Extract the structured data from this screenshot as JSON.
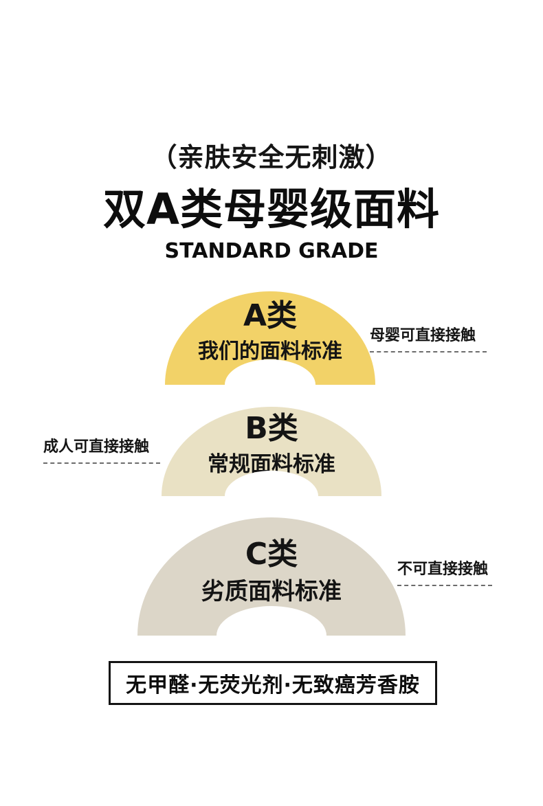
{
  "header": {
    "tagline": "（亲肤安全无刺激）",
    "title": "双A类母婴级面料",
    "subtitle_en": "STANDARD GRADE"
  },
  "grades": [
    {
      "name": "A类",
      "desc": "我们的面料标准",
      "contact": "母婴可直接接触",
      "color": "#f2d268",
      "label_side": "right"
    },
    {
      "name": "B类",
      "desc": "常规面料标准",
      "contact": "成人可直接接触",
      "color": "#e9e1c4",
      "label_side": "left"
    },
    {
      "name": "C类",
      "desc": "劣质面料标准",
      "contact": "不可直接接触",
      "color": "#dcd6c8",
      "label_side": "right"
    }
  ],
  "footer": {
    "text": "无甲醛·无荧光剂·无致癌芳香胺"
  }
}
